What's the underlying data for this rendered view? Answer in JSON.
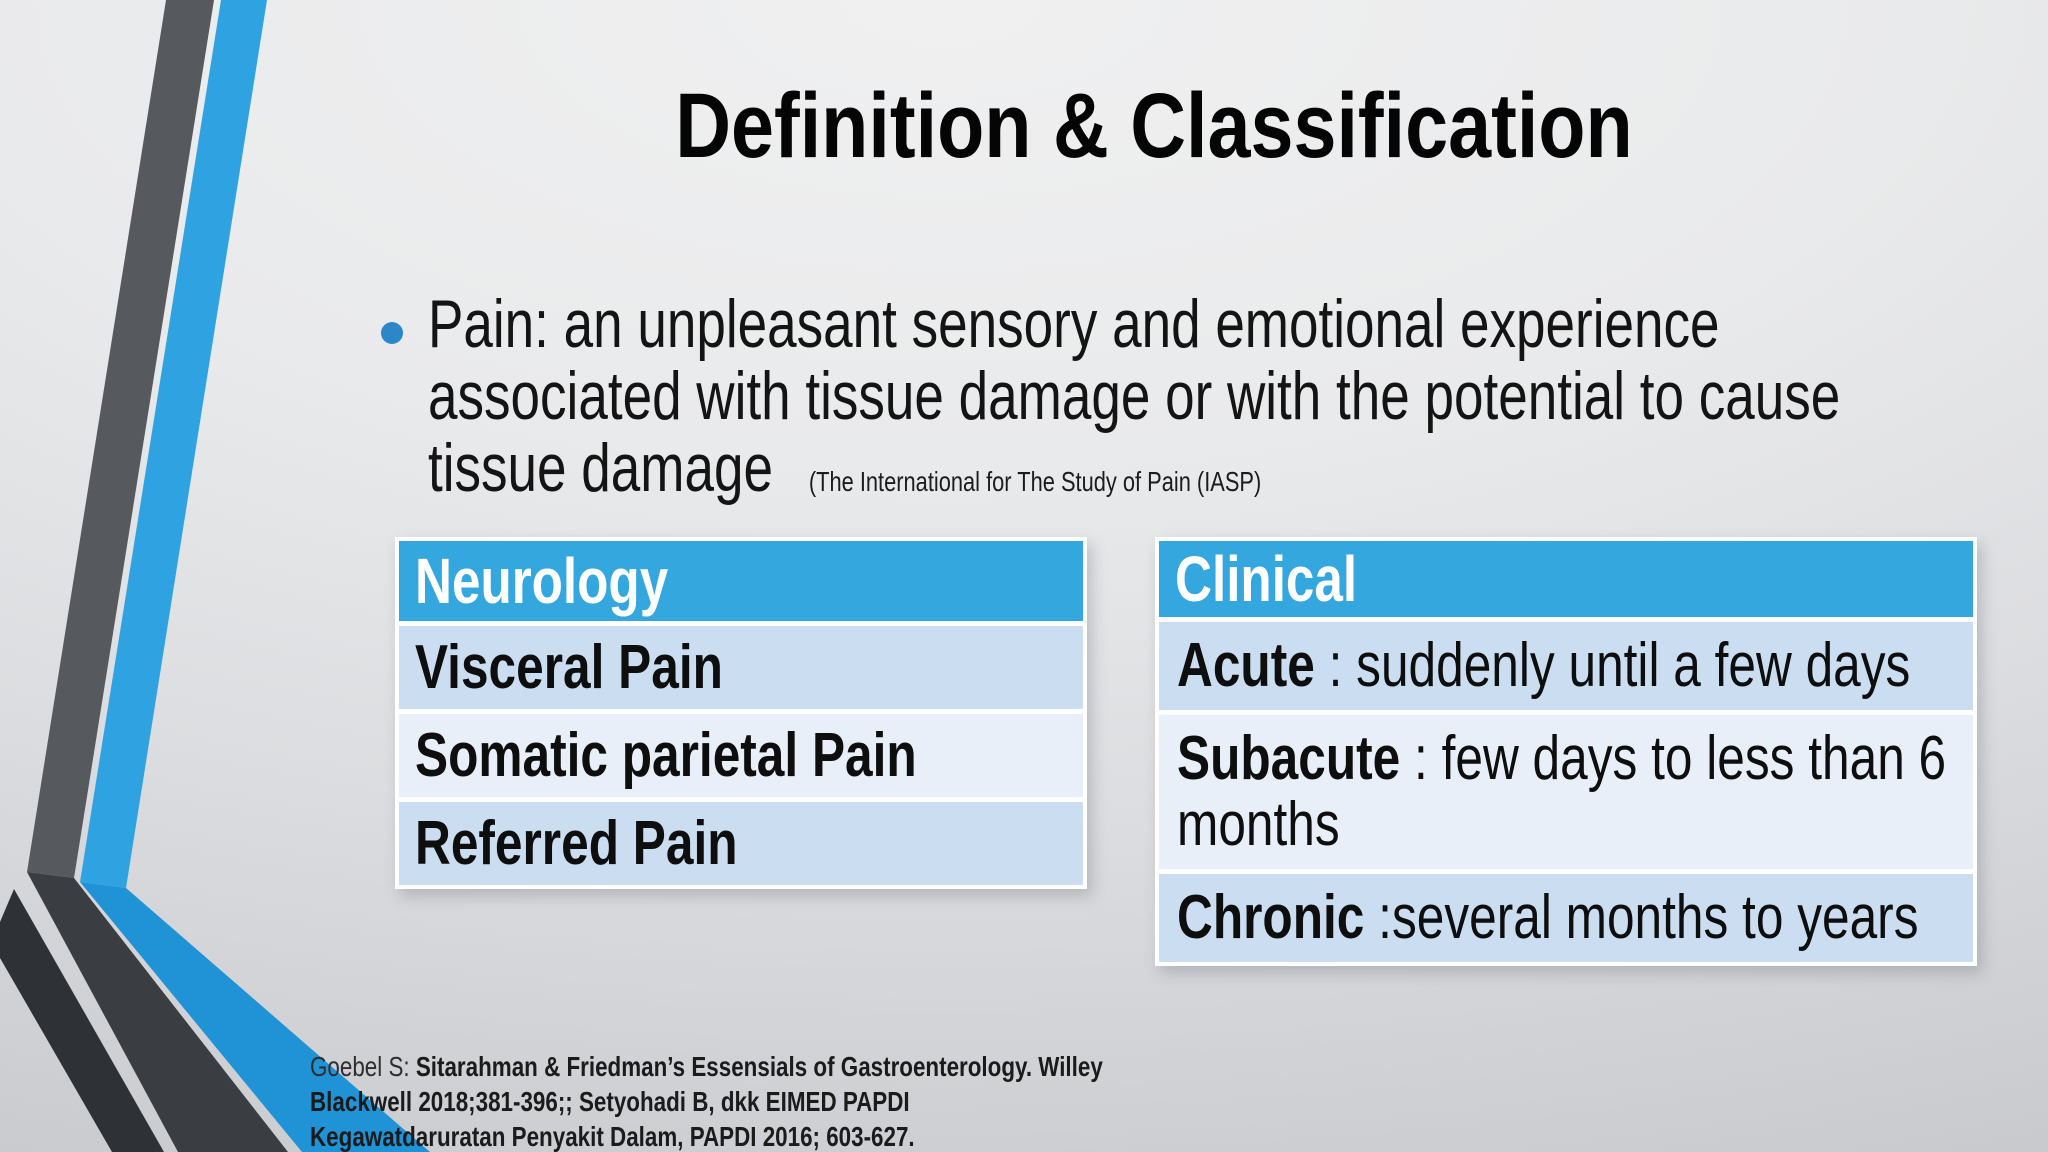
{
  "title": "Definition & Classification",
  "bullet": {
    "line1": "Pain: an unpleasant sensory and emotional experience",
    "line2": "associated with tissue damage or with the potential to cause",
    "line3": "tissue damage",
    "annotation": "(The International for The Study of Pain (IASP)"
  },
  "tables": {
    "neurology": {
      "header": "Neurology",
      "rows": [
        "Visceral Pain",
        "Somatic parietal Pain",
        "Referred Pain"
      ]
    },
    "clinical": {
      "header": "Clinical",
      "rows": [
        {
          "term": "Acute",
          "desc": " : suddenly until a few days"
        },
        {
          "term": "Subacute",
          "desc": " : few days to less than 6 months"
        },
        {
          "term": "Chronic",
          "desc": " :several months to years"
        }
      ]
    }
  },
  "citation": {
    "prefix": "Goebel S: ",
    "line1": "Sitarahman & Friedman’s Essensials of Gastroenterology. Willey",
    "line2": "Blackwell 2018;381-396;; Setyohadi B, dkk EIMED PAPDI",
    "line3": "Kegawatdaruratan Penyakit Dalam, PAPDI 2016; 603-627."
  },
  "colors": {
    "table_header_blue": "#34a7de",
    "row_blue": "#cbdef1",
    "row_light": "#e9eff8",
    "stripe_gray": "#56595e",
    "stripe_gray_dark": "#3a3d42",
    "stripe_blue": "#2fa3e1",
    "stripe_blue_dark": "#2093d6",
    "stripe_sliver_dark": "#2e3136",
    "bullet_dot_blue": "#2b87c8"
  }
}
